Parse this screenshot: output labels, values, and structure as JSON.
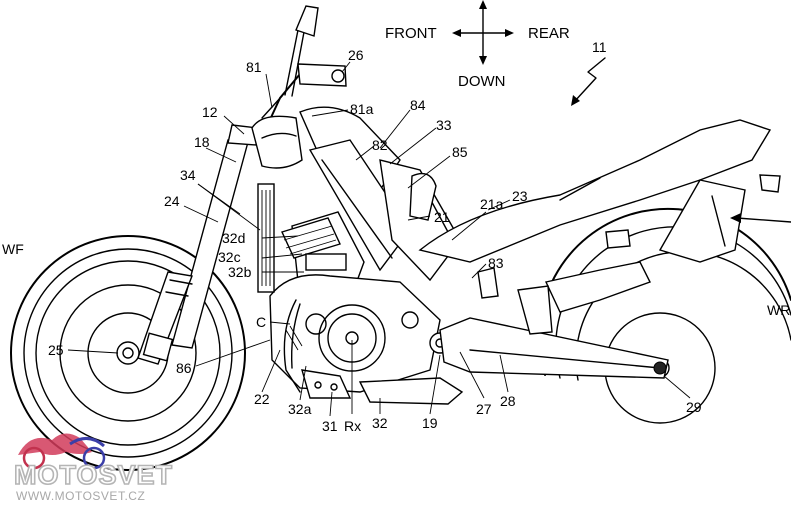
{
  "directions": {
    "front": "FRONT",
    "rear": "REAR",
    "down": "DOWN"
  },
  "labels": {
    "l11": "11",
    "l12": "12",
    "l18": "18",
    "l24": "24",
    "l34": "34",
    "l32d": "32d",
    "l32c": "32c",
    "l32b": "32b",
    "lWF": "WF",
    "l25": "25",
    "lC": "C",
    "l86": "86",
    "l22": "22",
    "l32a": "32a",
    "l31": "31",
    "lRx": "Rx",
    "l32": "32",
    "l19": "19",
    "l27": "27",
    "l28": "28",
    "l29": "29",
    "lWR": "WR",
    "l81": "81",
    "l26": "26",
    "l81a": "81a",
    "l84": "84",
    "l82": "82",
    "l33": "33",
    "l85": "85",
    "l21": "21",
    "l21a": "21a",
    "l23": "23",
    "l83": "83"
  },
  "watermark": {
    "brand": "MOTOSVET",
    "url": "WWW.MOTOSVET.CZ"
  }
}
